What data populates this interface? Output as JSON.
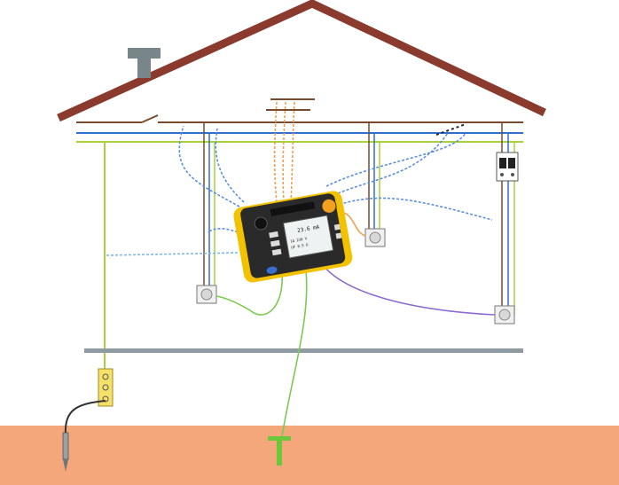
{
  "colors": {
    "roof": "#8b3a2e",
    "chimney": "#78868a",
    "phase": "#7a4a2c",
    "neutral": "#2f6fd0",
    "earth": "#a8d23a",
    "floor": "#8f9ba0",
    "ground": "#f3a77a",
    "tester_body": "#2a2a2a",
    "tester_accent": "#f2c200",
    "probe_blue": "#5a8fe0",
    "probe_orange": "#f0a050",
    "probe_purple": "#8a6ad0",
    "probe_green": "#7acc50",
    "probe_lightblue": "#7fb8ea",
    "earth_symbol": "#6cc83a"
  },
  "tester": {
    "display_value": "23.6 mA",
    "display_rows": [
      "1Δ  230 V",
      "UF  0.5 Ω"
    ]
  },
  "icons": [
    "earth-symbol-icon",
    "earth-rod-icon",
    "socket-icon",
    "circuit-breaker-icon"
  ]
}
